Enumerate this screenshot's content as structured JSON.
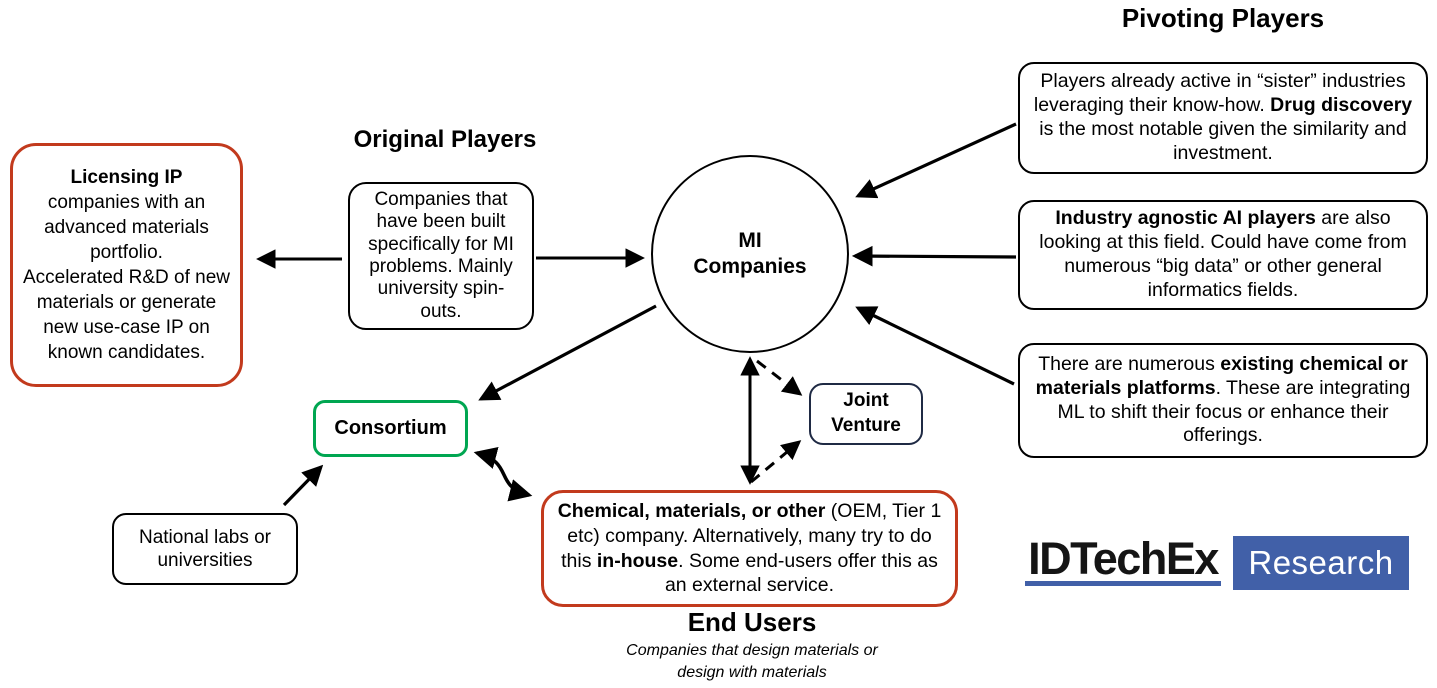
{
  "titles": {
    "pivoting_players": "Pivoting Players",
    "original_players": "Original Players",
    "end_users": "End Users",
    "end_users_subtitle": "Companies that design materials or\ndesign with materials"
  },
  "center_circle": {
    "label": "MI\nCompanies"
  },
  "boxes": {
    "licensing": {
      "segments": [
        {
          "t": "Licensing IP",
          "b": true
        },
        {
          "t": "\ncompanies with an advanced materials portfolio.\nAccelerated R&D of new materials or generate new use-case IP on known candidates."
        }
      ]
    },
    "original_players": {
      "text": "Companies that have been built specifically for MI problems. Mainly university spin-outs."
    },
    "consortium": {
      "label": "Consortium"
    },
    "joint_venture": {
      "label": "Joint\nVenture"
    },
    "national_labs": {
      "text": "National labs or universities"
    },
    "end_users": {
      "segments": [
        {
          "t": "Chemical, materials, or other",
          "b": true
        },
        {
          "t": " (OEM, Tier 1 etc) company. Alternatively, many try to do this "
        },
        {
          "t": "in-house",
          "b": true
        },
        {
          "t": ". Some end-users offer this as an external service."
        }
      ]
    },
    "pivot_sister": {
      "segments": [
        {
          "t": "Players already active in “sister” industries leveraging their know-how. "
        },
        {
          "t": "Drug discovery",
          "b": true
        },
        {
          "t": " is the most notable given the similarity and investment."
        }
      ]
    },
    "pivot_ai": {
      "segments": [
        {
          "t": "Industry agnostic AI players",
          "b": true
        },
        {
          "t": " are also looking at this field. Could have come from numerous “big data” or other general informatics fields."
        }
      ]
    },
    "pivot_platforms": {
      "segments": [
        {
          "t": "There are numerous "
        },
        {
          "t": "existing chemical or materials platforms",
          "b": true
        },
        {
          "t": ". These are integrating ML to shift their focus or enhance their offerings."
        }
      ]
    }
  },
  "logo": {
    "brand": "IDTechEx",
    "suffix": "Research"
  },
  "colors": {
    "accent_red": "#c23a1d",
    "accent_green": "#00a651",
    "accent_navy": "#1f2a44",
    "logo_blue": "#4160a8"
  }
}
